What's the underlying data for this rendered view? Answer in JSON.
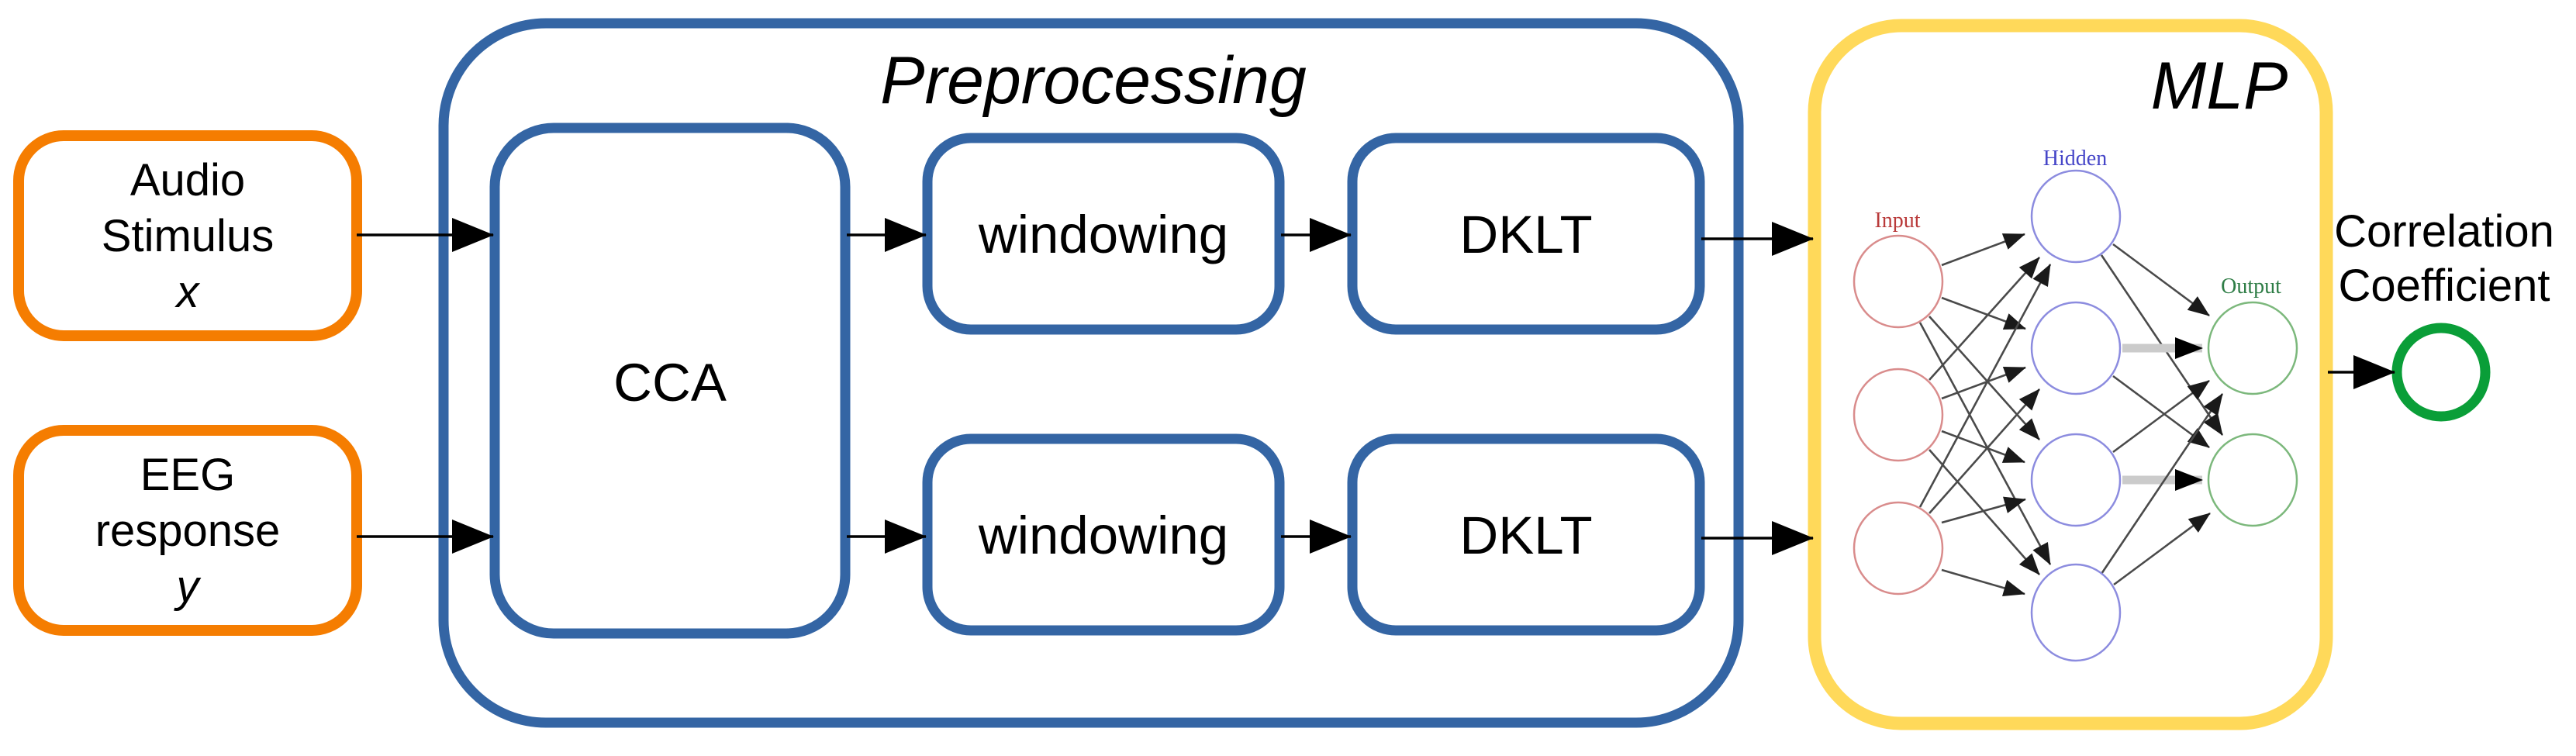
{
  "diagram": {
    "inputs": {
      "audio": {
        "line1": "Audio",
        "line2": "Stimulus",
        "symbol": "x"
      },
      "eeg": {
        "line1": "EEG",
        "line2": "response",
        "symbol": "y"
      }
    },
    "preprocessing": {
      "title": "Preprocessing",
      "cca_label": "CCA",
      "windowing_top_label": "windowing",
      "dklt_top_label": "DKLT",
      "windowing_bottom_label": "windowing",
      "dklt_bottom_label": "DKLT"
    },
    "mlp": {
      "title": "MLP",
      "layer_labels": {
        "input": "Input",
        "hidden": "Hidden",
        "output": "Output"
      },
      "layer_sizes": {
        "input": 3,
        "hidden": 4,
        "output": 2
      }
    },
    "output": {
      "line1": "Correlation",
      "line2": "Coefficient"
    }
  },
  "colors": {
    "input_box_border": "#F57D01",
    "preprocessing_border": "#3465A4",
    "mlp_border": "#FFD95A",
    "correlation_circle": "#0A9E38",
    "node_input_stroke": "#D98C8C",
    "node_hidden_stroke": "#8C8CDF",
    "node_output_stroke": "#7CB87C",
    "label_input": "#B93A3A",
    "label_hidden": "#4646C8",
    "label_output": "#2E7D46",
    "flow_arrow": "#000000",
    "connection_thin": "#4A4A4A",
    "connection_thick": "#CBCBCB"
  }
}
